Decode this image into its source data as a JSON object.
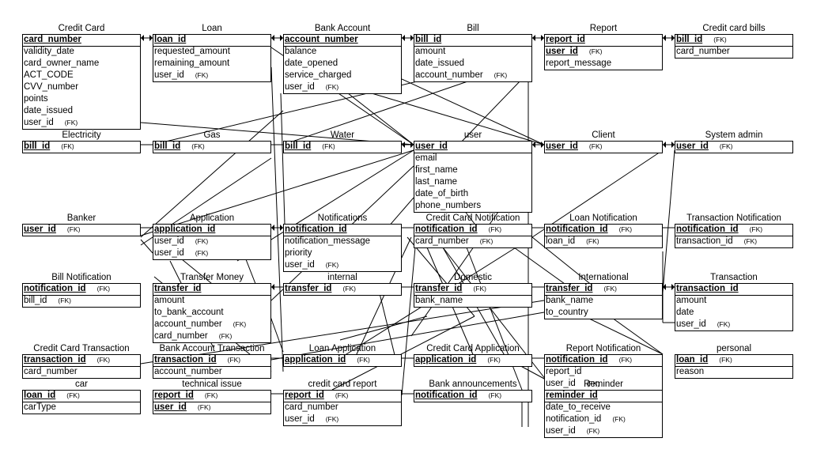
{
  "diagram": {
    "fk_label": "(FK)",
    "entities": [
      {
        "name": "Credit Card",
        "fields": [
          {
            "name": "card_number",
            "key": true
          },
          {
            "name": "validity_date"
          },
          {
            "name": "card_owner_name"
          },
          {
            "name": "ACT_CODE"
          },
          {
            "name": "CVV_number"
          },
          {
            "name": "points"
          },
          {
            "name": "date_issued"
          },
          {
            "name": "user_id",
            "fk": true
          }
        ]
      },
      {
        "name": "Loan",
        "fields": [
          {
            "name": "loan_id",
            "key": true
          },
          {
            "name": "requested_amount"
          },
          {
            "name": "remaining_amount"
          },
          {
            "name": "user_id",
            "fk": true
          }
        ]
      },
      {
        "name": "Bank Account",
        "fields": [
          {
            "name": "account_number",
            "key": true
          },
          {
            "name": "balance"
          },
          {
            "name": "date_opened"
          },
          {
            "name": "service_charged"
          },
          {
            "name": "user_id",
            "fk": true
          }
        ]
      },
      {
        "name": "Bill",
        "fields": [
          {
            "name": "bill_id",
            "key": true
          },
          {
            "name": "amount"
          },
          {
            "name": "date_issued"
          },
          {
            "name": "account_number",
            "fk": true
          }
        ]
      },
      {
        "name": "Report",
        "fields": [
          {
            "name": "report_id",
            "key": true
          },
          {
            "name": "user_id",
            "key": true,
            "fk": true
          },
          {
            "name": "report_message"
          }
        ]
      },
      {
        "name": "Credit card bills",
        "fields": [
          {
            "name": "bill_id",
            "key": true,
            "fk": true
          },
          {
            "name": "card_number"
          }
        ]
      },
      {
        "name": "Electricity",
        "fields": [
          {
            "name": "bill_id",
            "key": true,
            "fk": true
          }
        ]
      },
      {
        "name": "Gas",
        "fields": [
          {
            "name": "bill_id",
            "key": true,
            "fk": true
          }
        ]
      },
      {
        "name": "Water",
        "fields": [
          {
            "name": "bill_id",
            "key": true,
            "fk": true
          }
        ]
      },
      {
        "name": "user",
        "fields": [
          {
            "name": "user_id",
            "key": true
          },
          {
            "name": "email"
          },
          {
            "name": "first_name"
          },
          {
            "name": "last_name"
          },
          {
            "name": "date_of_birth"
          },
          {
            "name": "phone_numbers"
          }
        ]
      },
      {
        "name": "Client",
        "fields": [
          {
            "name": "user_id",
            "key": true,
            "fk": true
          }
        ]
      },
      {
        "name": "System admin",
        "fields": [
          {
            "name": "user_id",
            "key": true,
            "fk": true
          }
        ]
      },
      {
        "name": "Banker",
        "fields": [
          {
            "name": "user_id",
            "key": true,
            "fk": true
          }
        ]
      },
      {
        "name": "Application",
        "fields": [
          {
            "name": "application_id",
            "key": true
          },
          {
            "name": "user_id",
            "fk": true
          },
          {
            "name": "user_id",
            "fk": true
          }
        ]
      },
      {
        "name": "Notifications",
        "fields": [
          {
            "name": "notification_id",
            "key": true
          },
          {
            "name": "notification_message"
          },
          {
            "name": "priority"
          },
          {
            "name": "user_id",
            "fk": true
          }
        ]
      },
      {
        "name": "Credit Card Notification",
        "fields": [
          {
            "name": "notification_id",
            "key": true,
            "fk": true
          },
          {
            "name": "card_number",
            "fk": true
          }
        ]
      },
      {
        "name": "Loan Notification",
        "fields": [
          {
            "name": "notification_id",
            "key": true,
            "fk": true
          },
          {
            "name": "loan_id",
            "fk": true
          }
        ]
      },
      {
        "name": "Transaction Notification",
        "fields": [
          {
            "name": "notification_id",
            "key": true,
            "fk": true
          },
          {
            "name": "transaction_id",
            "fk": true
          }
        ]
      },
      {
        "name": "Bill Notification",
        "fields": [
          {
            "name": "notification_id",
            "key": true,
            "fk": true
          },
          {
            "name": "bill_id",
            "fk": true
          }
        ]
      },
      {
        "name": "Transfer Money",
        "fields": [
          {
            "name": "transfer_id",
            "key": true
          },
          {
            "name": "amount"
          },
          {
            "name": "to_bank_account"
          },
          {
            "name": "account_number",
            "fk": true
          },
          {
            "name": "card_number",
            "fk": true
          }
        ]
      },
      {
        "name": "internal",
        "fields": [
          {
            "name": "transfer_id",
            "key": true,
            "fk": true
          }
        ]
      },
      {
        "name": "Domestic",
        "fields": [
          {
            "name": "transfer_id",
            "key": true,
            "fk": true
          },
          {
            "name": "bank_name"
          }
        ]
      },
      {
        "name": "International",
        "fields": [
          {
            "name": "transfer_id",
            "key": true,
            "fk": true
          },
          {
            "name": "bank_name"
          },
          {
            "name": "to_country"
          }
        ]
      },
      {
        "name": "Transaction",
        "fields": [
          {
            "name": "transaction_id",
            "key": true
          },
          {
            "name": "amount"
          },
          {
            "name": "date"
          },
          {
            "name": "user_id",
            "fk": true
          }
        ]
      },
      {
        "name": "Credit Card Transaction",
        "fields": [
          {
            "name": "transaction_id",
            "key": true,
            "fk": true
          },
          {
            "name": "card_number"
          }
        ]
      },
      {
        "name": "Bank Account Transaction",
        "fields": [
          {
            "name": "transaction_id",
            "key": true,
            "fk": true
          },
          {
            "name": "account_number"
          }
        ]
      },
      {
        "name": "Loan Application",
        "fields": [
          {
            "name": "application_id",
            "key": true,
            "fk": true
          }
        ]
      },
      {
        "name": "Credit Card Application",
        "fields": [
          {
            "name": "application_id",
            "key": true,
            "fk": true
          }
        ]
      },
      {
        "name": "Report Notification",
        "fields": [
          {
            "name": "notification_id",
            "key": true,
            "fk": true
          },
          {
            "name": "report_id"
          },
          {
            "name": "user_id",
            "fk": true
          }
        ]
      },
      {
        "name": "personal",
        "fields": [
          {
            "name": "loan_id",
            "key": true,
            "fk": true
          },
          {
            "name": "reason"
          }
        ]
      },
      {
        "name": "car",
        "fields": [
          {
            "name": "loan_id",
            "key": true,
            "fk": true
          },
          {
            "name": "carType"
          }
        ]
      },
      {
        "name": "technical issue",
        "fields": [
          {
            "name": "report_id",
            "key": true,
            "fk": true
          },
          {
            "name": "user_id",
            "key": true,
            "fk": true
          }
        ]
      },
      {
        "name": "credit card report",
        "fields": [
          {
            "name": "report_id",
            "key": true,
            "fk": true
          },
          {
            "name": "card_number"
          },
          {
            "name": "user_id",
            "fk": true
          }
        ]
      },
      {
        "name": "Bank announcements",
        "fields": [
          {
            "name": "notification_id",
            "key": true,
            "fk": true
          }
        ]
      },
      {
        "name": "Reminder",
        "fields": [
          {
            "name": "reminder_id",
            "key": true
          },
          {
            "name": "date_to_receive"
          },
          {
            "name": "notification_id",
            "fk": true
          },
          {
            "name": "user_id",
            "fk": true
          }
        ]
      }
    ]
  }
}
